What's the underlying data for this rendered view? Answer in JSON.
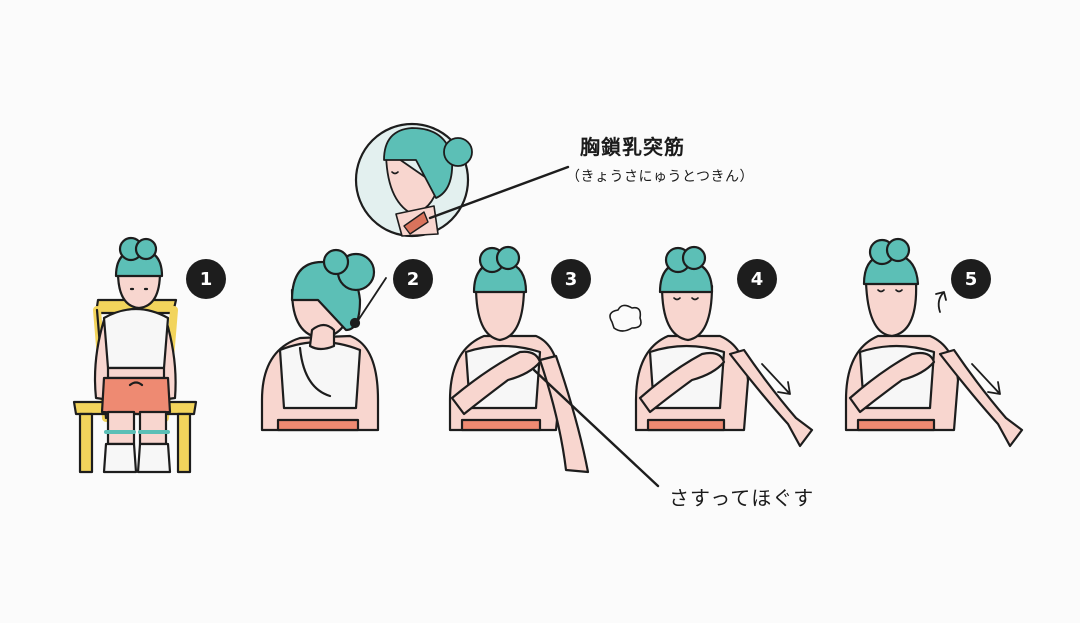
{
  "labels": {
    "muscle_name": "胸鎖乳突筋",
    "muscle_reading": "（きょうさにゅうとつきん）",
    "action": "さすってほぐす"
  },
  "steps": [
    "1",
    "2",
    "3",
    "4",
    "5"
  ],
  "colors": {
    "hair": "#5cbfb6",
    "skin": "#f8d6cf",
    "shirt": "#f7f7f7",
    "shorts": "#ee8a72",
    "chair": "#f2d45c",
    "outline": "#1d1d1d",
    "muscle": "#d9735c",
    "magnifier_bg": "#e3f0ef"
  }
}
